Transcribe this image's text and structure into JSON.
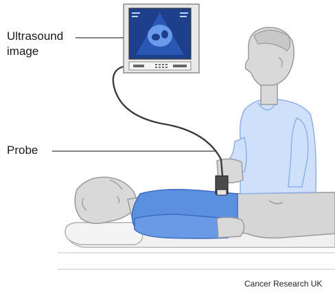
{
  "labels": {
    "ultrasound_line1": "Ultrasound",
    "ultrasound_line2": "image",
    "probe": "Probe"
  },
  "credit": "Cancer Research UK",
  "colors": {
    "shirt_blue": "#5b8fe0",
    "scrubs_light_blue": "#cfe0fb",
    "skin_gray": "#d9d9d9",
    "outline_gray": "#9a9a9a",
    "monitor_screen": "#1d3f8c",
    "cable": "#3b3b3b"
  }
}
